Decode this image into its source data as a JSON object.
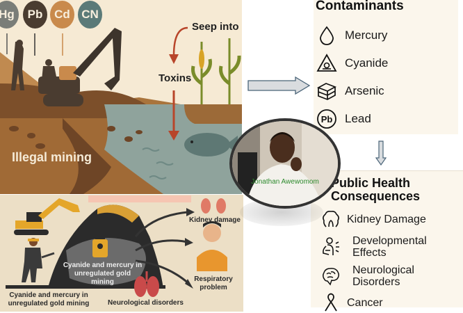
{
  "top_illustration": {
    "chemicals": [
      {
        "symbol": "Hg",
        "color": "#7a7d78"
      },
      {
        "symbol": "Pb",
        "color": "#4a3c30"
      },
      {
        "symbol": "Cd",
        "color": "#c98a4c"
      },
      {
        "symbol": "CN",
        "color": "#5b7a78"
      }
    ],
    "seep_label": "Seep into r",
    "toxins_label": "Toxins",
    "mining_label": "Illegal mining"
  },
  "bottom_illustration": {
    "center_label": "Cyanide and mercury in unregulated gold mining",
    "caption": "Cyanide and mercury in unregulated gold mining",
    "kidney_label": "Kidney damage",
    "respiratory_label": "Respiratory problem",
    "neuro_label": "Neurological disorders"
  },
  "contaminants": {
    "title": "Contaminants",
    "items": [
      {
        "label": "Mercury",
        "icon": "drop-icon"
      },
      {
        "label": "Cyanide",
        "icon": "hazard-triangle-icon"
      },
      {
        "label": "Arsenic",
        "icon": "box-icon"
      },
      {
        "label": "Lead",
        "icon": "pb-circle-icon"
      }
    ]
  },
  "health": {
    "title_line1": "Public Health",
    "title_line2": "Consequences",
    "items": [
      {
        "label1": "Kidney Damage",
        "label2": "",
        "icon": "kidney-icon"
      },
      {
        "label1": "Developmental",
        "label2": "Effects",
        "icon": "child-icon"
      },
      {
        "label1": "Neurological",
        "label2": "Disorders",
        "icon": "brain-icon"
      },
      {
        "label1": "Cancer",
        "label2": "",
        "icon": "ribbon-icon"
      }
    ]
  },
  "portrait": {
    "name": "Jonathan Awewomom"
  },
  "colors": {
    "arrow_fill": "#d9dcdf",
    "arrow_stroke": "#4a6478",
    "panel_bg": "#fbf6ec",
    "name_green": "#2e8b2e"
  }
}
